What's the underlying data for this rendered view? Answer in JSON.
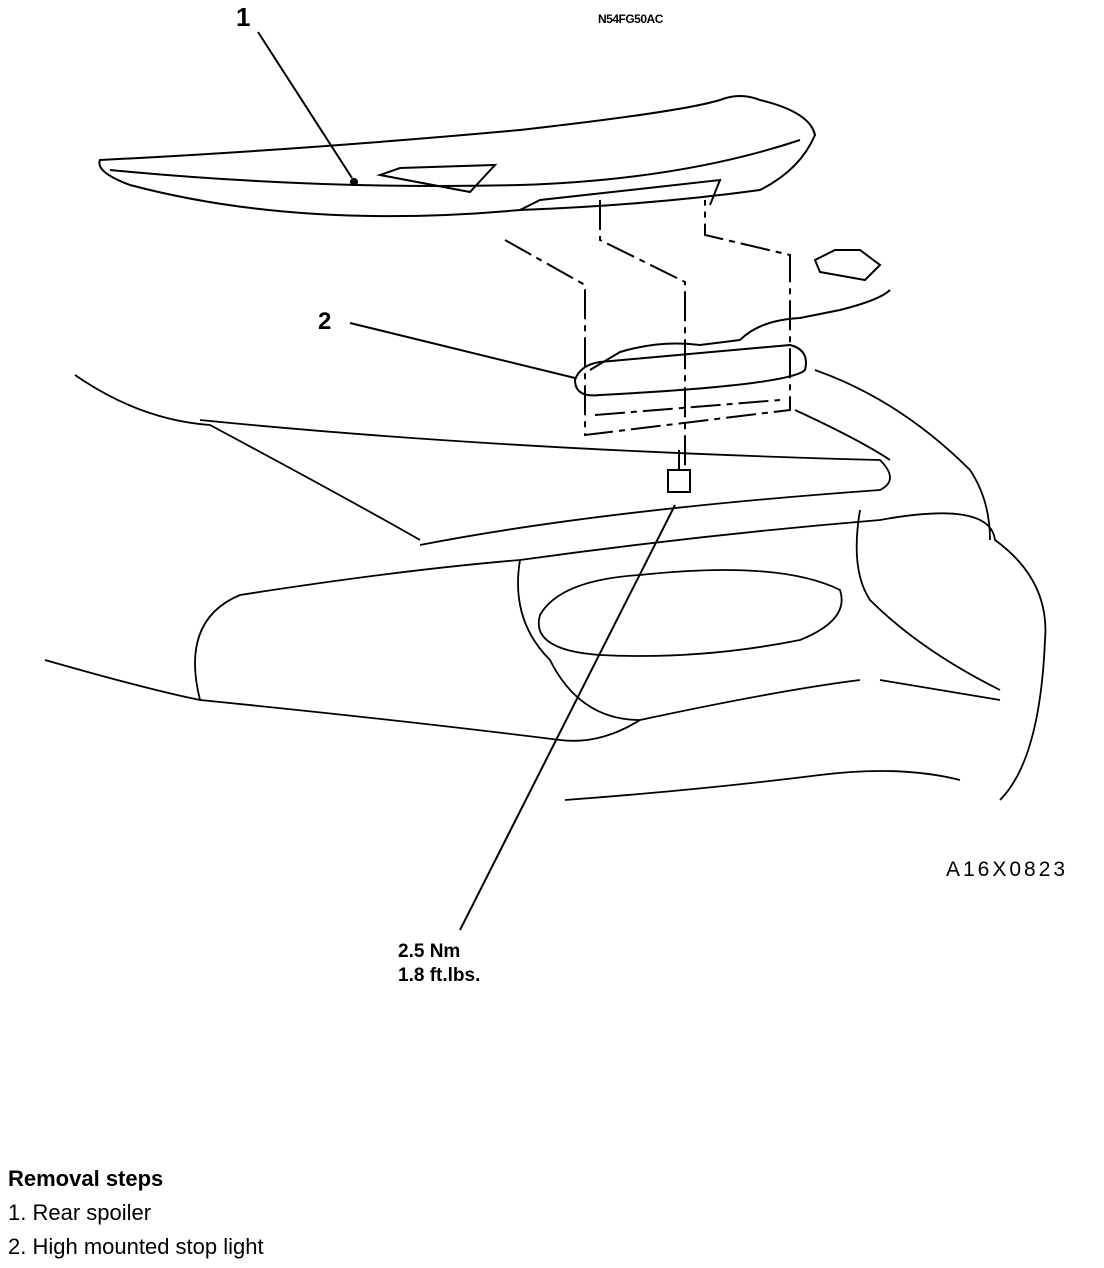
{
  "figure_code": "N54FG50AC",
  "callouts": [
    "1",
    "2"
  ],
  "reference_number": "A16X0823",
  "torque": {
    "metric": "2.5 Nm",
    "imperial": "1.8 ft.lbs."
  },
  "removal_steps": {
    "title": "Removal steps",
    "items": [
      "1. Rear spoiler",
      "2. High mounted stop light"
    ]
  }
}
